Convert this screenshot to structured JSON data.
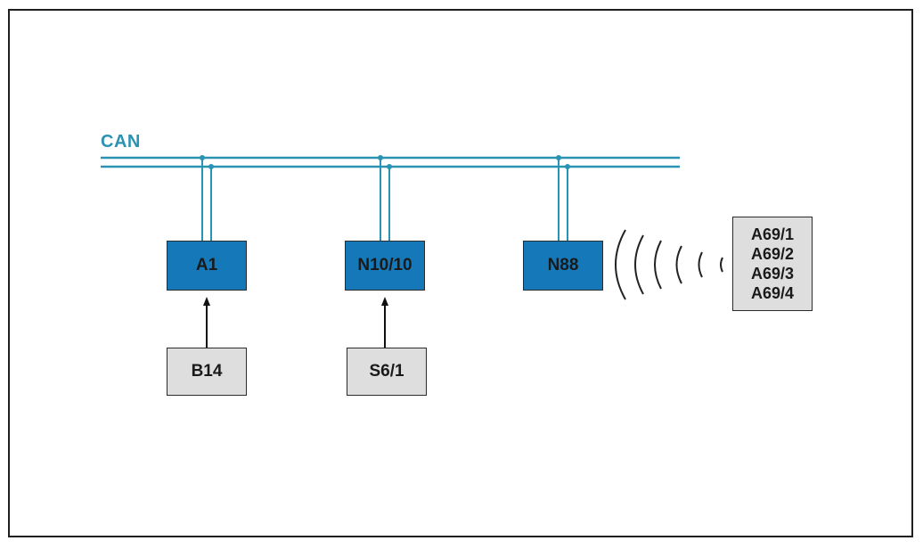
{
  "bus": {
    "label": "CAN",
    "color": "#2a93b3"
  },
  "modules": {
    "a1": "A1",
    "n10_10": "N10/10",
    "n88": "N88",
    "ecu_color": "#1578b9"
  },
  "inputs": {
    "b14": "B14",
    "s6_1": "S6/1",
    "box_color": "#dedede"
  },
  "antennas": {
    "items": [
      "A69/1",
      "A69/2",
      "A69/3",
      "A69/4"
    ]
  }
}
